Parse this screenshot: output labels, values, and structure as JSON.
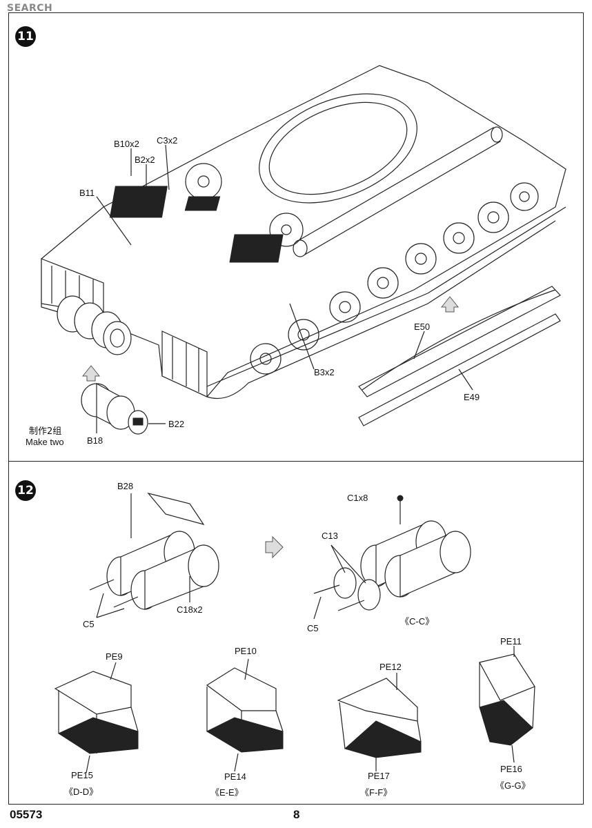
{
  "watermark": "SEARCH",
  "steps": [
    {
      "number": "11",
      "labels": {
        "b10x2": "B10x2",
        "c3x2": "C3x2",
        "b2x2": "B2x2",
        "b11": "B11",
        "b3x2": "B3x2",
        "e50": "E50",
        "e49": "E49",
        "b18": "B18",
        "b22": "B22",
        "make_two_cn": "制作2组",
        "make_two_en": "Make two"
      }
    },
    {
      "number": "12",
      "labels": {
        "b28": "B28",
        "c1x8": "C1x8",
        "c13": "C13",
        "c5_left": "C5",
        "c18x2": "C18x2",
        "c5_right": "C5",
        "view_cc": "《C-C》",
        "pe9": "PE9",
        "pe10": "PE10",
        "pe12": "PE12",
        "pe11": "PE11",
        "pe15": "PE15",
        "pe14": "PE14",
        "pe17": "PE17",
        "pe16": "PE16",
        "view_dd": "《D-D》",
        "view_ee": "《E-E》",
        "view_ff": "《F-F》",
        "view_gg": "《G-G》"
      }
    }
  ],
  "footer": {
    "kit_number": "05573",
    "page_number": "8"
  }
}
